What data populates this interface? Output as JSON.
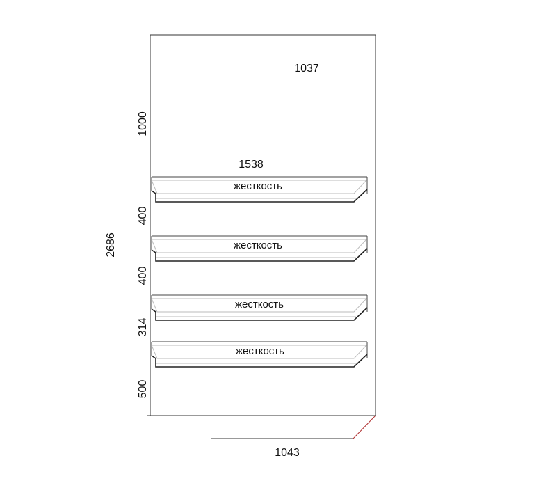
{
  "dimensions": {
    "total_height": "2686",
    "width_bottom": "1043",
    "top_width": "1037",
    "shelf_width": "1538",
    "section_1": "1000",
    "section_2": "400",
    "section_3": "400",
    "section_4": "314",
    "section_5": "500"
  },
  "shelves": [
    {
      "label": "жесткость"
    },
    {
      "label": "жесткость"
    },
    {
      "label": "жесткость"
    },
    {
      "label": "жесткость"
    }
  ]
}
